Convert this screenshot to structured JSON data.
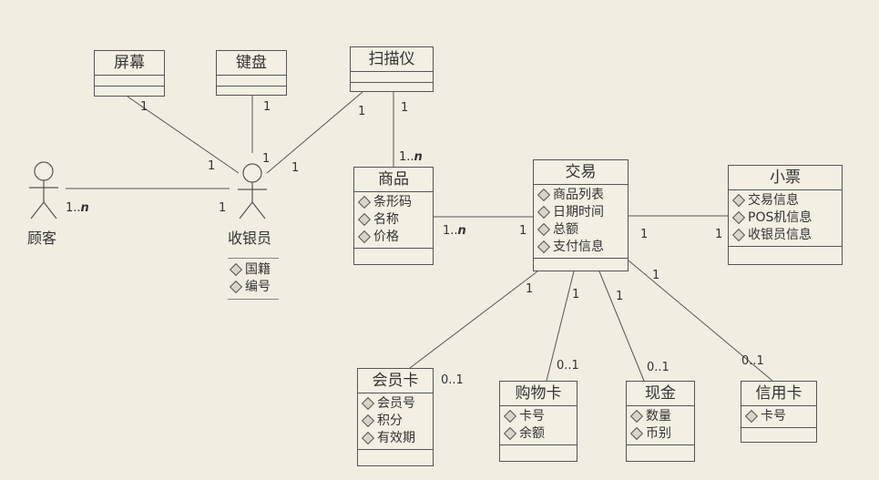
{
  "classes": {
    "screen": {
      "name": "屏幕"
    },
    "keyboard": {
      "name": "键盘"
    },
    "scanner": {
      "name": "扫描仪"
    },
    "product": {
      "name": "商品",
      "attrs": [
        "条形码",
        "名称",
        "价格"
      ]
    },
    "transaction": {
      "name": "交易",
      "attrs": [
        "商品列表",
        "日期时间",
        "总额",
        "支付信息"
      ]
    },
    "receipt": {
      "name": "小票",
      "attrs": [
        "交易信息",
        "POS机信息",
        "收银员信息"
      ]
    },
    "member_card": {
      "name": "会员卡",
      "attrs": [
        "会员号",
        "积分",
        "有效期"
      ]
    },
    "shopping_card": {
      "name": "购物卡",
      "attrs": [
        "卡号",
        "余额"
      ]
    },
    "cash": {
      "name": "现金",
      "attrs": [
        "数量",
        "币别"
      ]
    },
    "credit_card": {
      "name": "信用卡",
      "attrs": [
        "卡号"
      ]
    }
  },
  "actors": {
    "customer": {
      "name": "顾客"
    },
    "cashier": {
      "name": "收银员",
      "attrs": [
        "国籍",
        "编号"
      ]
    }
  },
  "multiplicity": {
    "one": "1",
    "many_prefix": "1..",
    "many_n": "n",
    "zero_one": "0..1"
  }
}
